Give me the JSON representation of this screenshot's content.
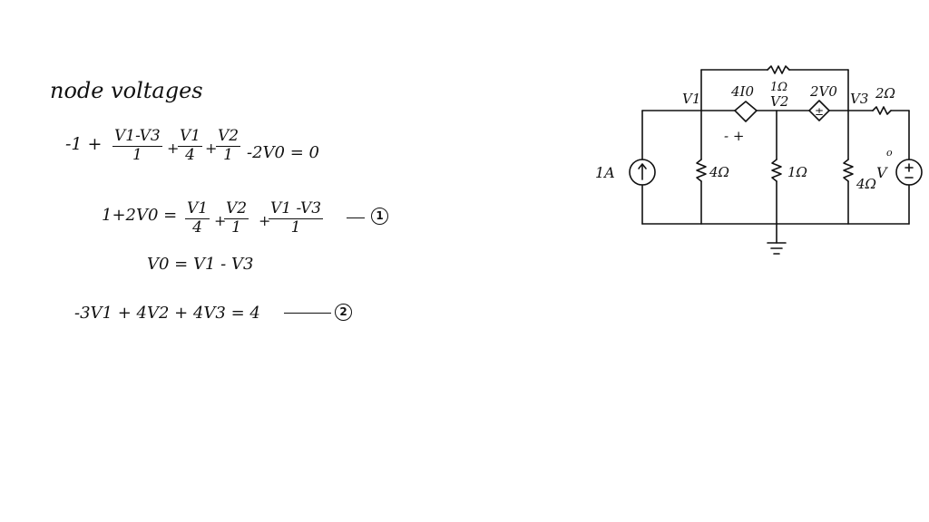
{
  "title": "node voltages",
  "equations": {
    "eq1": {
      "lead": "-1  +",
      "f1": {
        "num": "V1-V3",
        "den": "1"
      },
      "plus1": "+",
      "f2": {
        "num": "V1",
        "den": "4"
      },
      "plus2": "+",
      "f3": {
        "num": "V2",
        "den": "1"
      },
      "tail": "-2V0 = 0"
    },
    "eq2": {
      "lhs": "1+2V0 =",
      "f1": {
        "num": "V1",
        "den": "4"
      },
      "plus1": "+",
      "f2": {
        "num": "V2",
        "den": "1"
      },
      "plus2": "+",
      "f3": {
        "num": "V1 -V3",
        "den": "1"
      },
      "dash": "—",
      "marker": "1"
    },
    "eq3": "V0  =  V1 - V3",
    "eq4": {
      "text": "-3V1 + 4V2 + 4V3 = 4",
      "marker": "2"
    }
  },
  "circuit": {
    "node_v1": "V1",
    "node_v2": "V2",
    "node_v3": "V3",
    "top_resistor": "1Ω",
    "dep_source_1": "4I0",
    "dep_source_1_polarity": "- +",
    "dep_source_2": "2V0",
    "r_right_top": "2Ω",
    "current_source": "1A",
    "r1": "4Ω",
    "r2": "1Ω",
    "r3": "4Ω",
    "vs_label": "V",
    "vs_superscript": "o"
  }
}
